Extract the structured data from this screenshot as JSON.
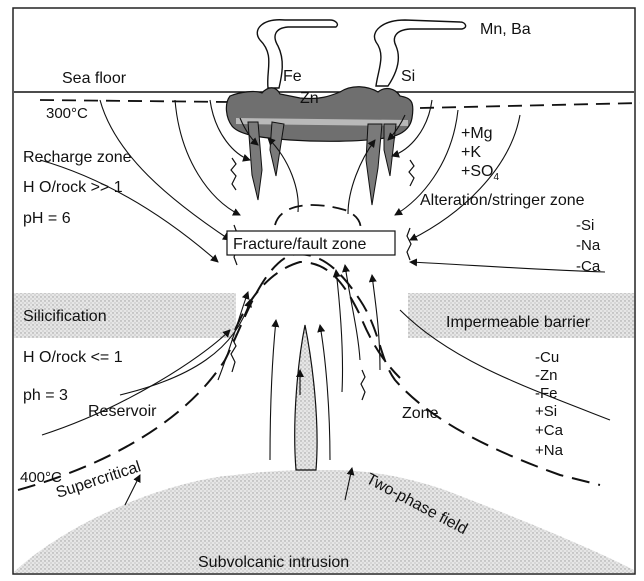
{
  "labels": {
    "mn_ba": "Mn, Ba",
    "sea_floor": "Sea floor",
    "fe": "Fe",
    "zn": "Zn",
    "si_plume": "Si",
    "temp_300": "300°C",
    "recharge_zone": "Recharge zone",
    "h2o_rock_high": "H O/rock >> 1",
    "ph_6": "pH = 6",
    "plus_mg": "+Mg",
    "plus_k": "+K",
    "plus_so4": "+SO",
    "so4_subscript": "4",
    "alteration_zone": "Alteration/stringer zone",
    "minus_si": "-Si",
    "minus_na": "-Na",
    "minus_ca": "-Ca",
    "fracture_zone": "Fracture/fault zone",
    "silicification": "Silicification",
    "impermeable_barrier": "Impermeable barrier",
    "h2o_rock_low": "H O/rock <= 1",
    "ph_3": "ph = 3",
    "reservoir": "Reservoir",
    "zone": "Zone",
    "minus_cu": "-Cu",
    "minus_zn": "-Zn",
    "minus_fe": "-Fe",
    "plus_si": "+Si",
    "plus_ca": "+Ca",
    "plus_na": "+Na",
    "temp_400": "400°C",
    "supercritical": "Supercritical",
    "two_phase_field": "Two-phase field",
    "subvolcanic_intrusion": "Subvolcanic intrusion"
  },
  "colors": {
    "stipple": "#d2d2d2",
    "deposit": "#707070",
    "line": "#111111"
  }
}
